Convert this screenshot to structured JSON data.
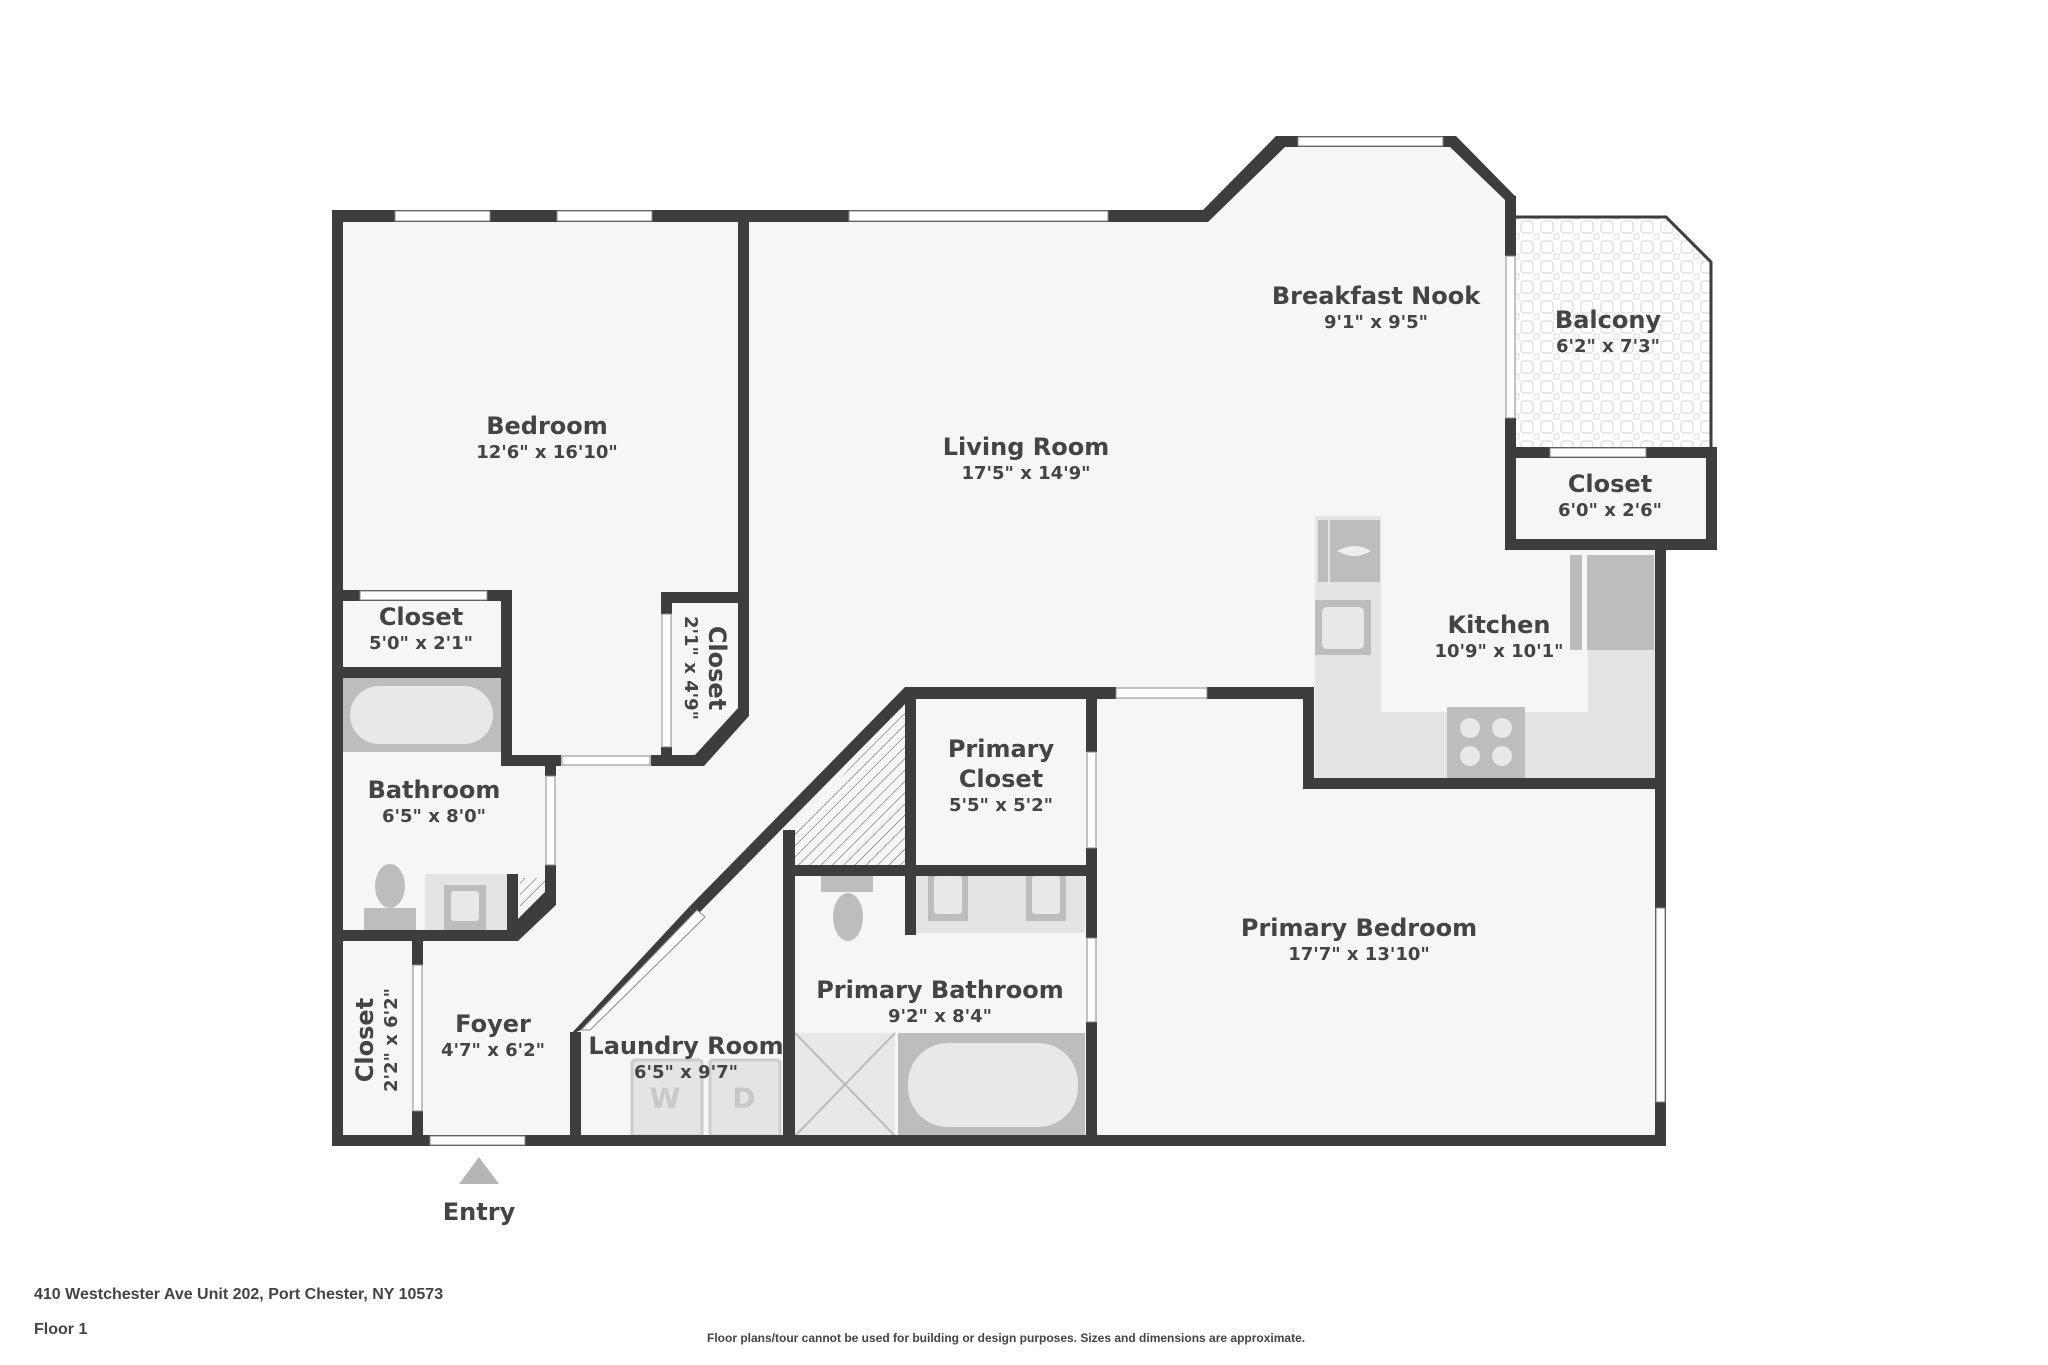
{
  "property": {
    "address": "410 Westchester Ave Unit 202, Port Chester, NY 10573",
    "floor": "Floor 1",
    "disclaimer": "Floor plans/tour cannot be used for building or design purposes. Sizes and dimensions are approximate."
  },
  "colors": {
    "wall": "#3d3d3d",
    "floor": "#f6f6f6",
    "fixture": "#bdbdbd",
    "fixture_light": "#e4e4e4",
    "text": "#444444"
  },
  "entry": {
    "label": "Entry"
  },
  "rooms": {
    "bedroom": {
      "name": "Bedroom",
      "dims": "12'6\" x 16'10\""
    },
    "living_room": {
      "name": "Living Room",
      "dims": "17'5\" x 14'9\""
    },
    "breakfast_nook": {
      "name": "Breakfast Nook",
      "dims": "9'1\" x 9'5\""
    },
    "balcony": {
      "name": "Balcony",
      "dims": "6'2\" x 7'3\""
    },
    "closet_balcony": {
      "name": "Closet",
      "dims": "6'0\" x 2'6\""
    },
    "kitchen": {
      "name": "Kitchen",
      "dims": "10'9\" x 10'1\""
    },
    "closet_bedroom": {
      "name": "Closet",
      "dims": "5'0\" x 2'1\""
    },
    "closet_small": {
      "name": "Closet",
      "dims": "2'1\" x 4'9\""
    },
    "bathroom": {
      "name": "Bathroom",
      "dims": "6'5\" x 8'0\""
    },
    "primary_closet": {
      "name": "Primary",
      "name2": "Closet",
      "dims": "5'5\" x 5'2\""
    },
    "primary_bedroom": {
      "name": "Primary Bedroom",
      "dims": "17'7\" x 13'10\""
    },
    "primary_bathroom": {
      "name": "Primary Bathroom",
      "dims": "9'2\" x 8'4\""
    },
    "closet_foyer": {
      "name": "Closet",
      "dims": "2'2\" x 6'2\""
    },
    "foyer": {
      "name": "Foyer",
      "dims": "4'7\" x 6'2\""
    },
    "laundry_room": {
      "name": "Laundry Room",
      "dims": "6'5\" x 9'7\""
    }
  },
  "appliances": {
    "washer": "W",
    "dryer": "D"
  }
}
